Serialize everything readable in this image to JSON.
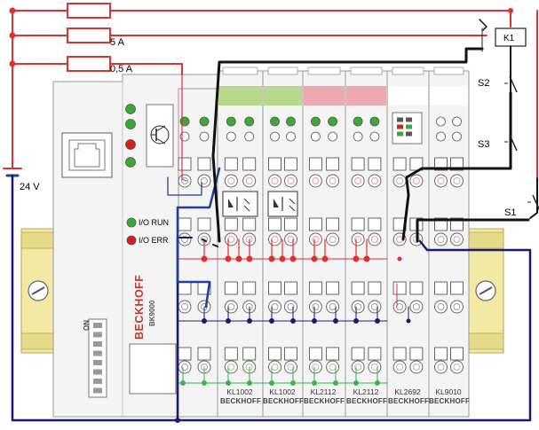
{
  "power": {
    "supply_voltage": "24 V",
    "fuse_labels": [
      "5 A",
      "0,5 A"
    ]
  },
  "coupler": {
    "brand": "BECKHOFF",
    "model": "BK9000",
    "led_run_label": "I/O RUN",
    "led_err_label": "I/O ERR",
    "dip_label": "ON"
  },
  "terminals": [
    {
      "type": "KL1002",
      "brand": "BECKHOFF",
      "header_color": "#b7d98b"
    },
    {
      "type": "KL1002",
      "brand": "BECKHOFF",
      "header_color": "#b7d98b"
    },
    {
      "type": "KL2112",
      "brand": "BECKHOFF",
      "header_color": "#f0a8b0"
    },
    {
      "type": "KL2112",
      "brand": "BECKHOFF",
      "header_color": "#f0a8b0"
    },
    {
      "type": "KL2692",
      "brand": "BECKHOFF",
      "header_color": "#ffffff"
    },
    {
      "type": "KL9010",
      "brand": "BECKHOFF",
      "header_color": "#ffffff"
    }
  ],
  "components": {
    "relay": "K1",
    "switches": [
      "S2",
      "S3",
      "S1"
    ]
  },
  "colors": {
    "wire_red": "#e03030",
    "wire_blue": "#1e3f9a",
    "wire_navy": "#1a1a6e",
    "wire_black": "#111111",
    "bus_red": "#e03030",
    "bus_blue": "#1a1a6e",
    "bus_green": "#39b54a",
    "rail_yellow": "#f3e9a4",
    "module_gray": "#f4f4f4"
  }
}
